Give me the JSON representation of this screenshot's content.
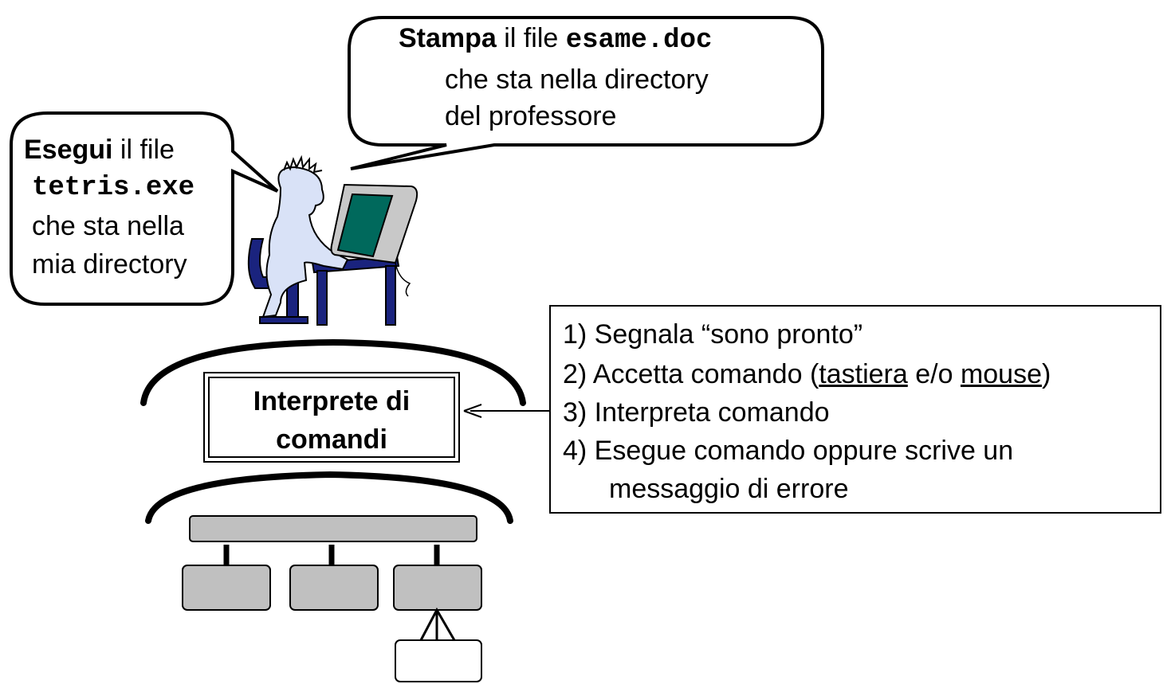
{
  "bubble_right": {
    "line1_bold": "Stampa",
    "line1_mid": " il file ",
    "line1_code": "esame.doc",
    "line2": "che sta nella directory",
    "line3": "del professore"
  },
  "bubble_left": {
    "line1_bold": "Esegui",
    "line1_rest": " il file",
    "line2_code": "tetris.exe",
    "line3": "che sta nella",
    "line4": "mia directory"
  },
  "interpreter": {
    "line1": "Interprete di",
    "line2": "comandi"
  },
  "steps": {
    "s1": "1) Segnala “sono pronto”",
    "s2_pre": "2) Accetta comando (",
    "s2_u1": "tastiera",
    "s2_mid": " e/o ",
    "s2_u2": "mouse",
    "s2_post": ")",
    "s3": "3) Interpreta comando",
    "s4": "4) Esegue comando oppure scrive un",
    "s5": "messaggio di errore"
  },
  "colors": {
    "figure_fill": "#d9e2f7",
    "chair": "#1a237e",
    "monitor_body": "#c8c8c8",
    "screen": "#00695c",
    "tree_box": "#c0c0c0"
  }
}
